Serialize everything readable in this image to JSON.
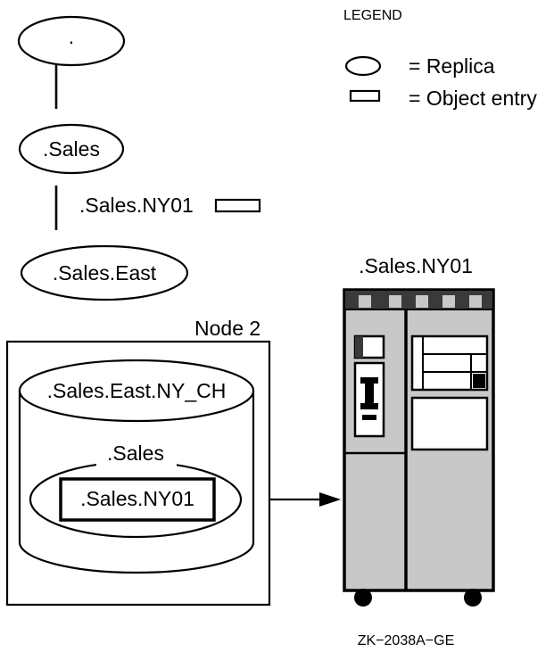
{
  "legend": {
    "title": "LEGEND",
    "replica_label": "= Replica",
    "object_entry_label": "= Object entry"
  },
  "tree": {
    "root_label": ".",
    "sales_label": ".Sales",
    "object_entry_label": ".Sales.NY01",
    "sales_east_label": ".Sales.East"
  },
  "node": {
    "title": "Node 2",
    "clearinghouse_label": ".Sales.East.NY_CH",
    "replica_label": ".Sales",
    "object_entry_label": ".Sales.NY01"
  },
  "computer": {
    "label": ".Sales.NY01"
  },
  "figure_id": "ZK−2038A−GE",
  "colors": {
    "stroke": "#000000",
    "cabinet_fill": "#c8c8c8",
    "cabinet_top": "#3a3a3a",
    "panel_fill": "#ffffff"
  }
}
